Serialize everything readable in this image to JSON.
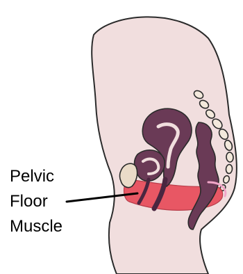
{
  "label": {
    "line1": "Pelvic",
    "line2": "Floor",
    "line3": "Muscle"
  },
  "colors": {
    "skin": "#f1dede",
    "outline": "#2a2a2a",
    "organ": "#6a3a56",
    "organ_dark": "#4a2640",
    "bone": "#f3e9dc",
    "pubic_bone": "#eadbc8",
    "muscle": "#e84c5a",
    "pointer": "#000000"
  },
  "icons": [
    "pelvis-cross-section-illustration"
  ]
}
